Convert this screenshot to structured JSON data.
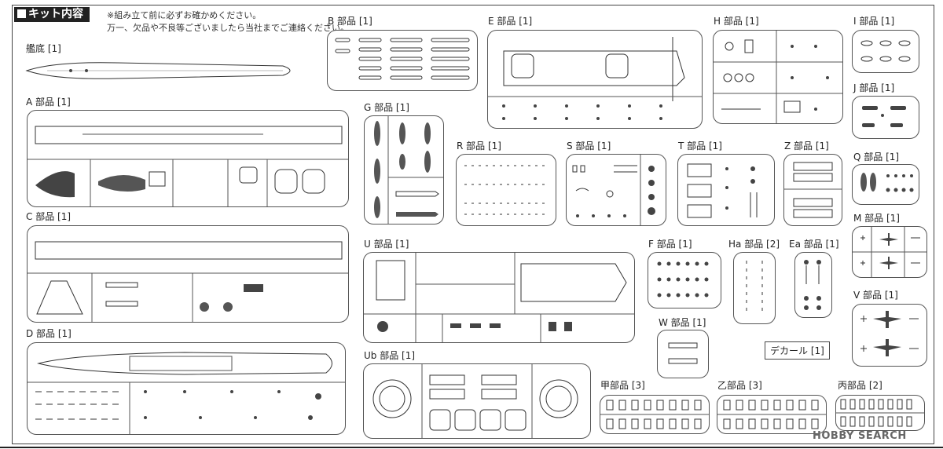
{
  "header": {
    "title": "キット内容"
  },
  "notes": {
    "line1": "※組み立て前に必ずお確かめください。",
    "line2": "万一、欠品や不良等ございましたら当社までご連絡ください。"
  },
  "parts": {
    "hull": "艦底 [1]",
    "a": "A 部品 [1]",
    "b": "B 部品 [1]",
    "c": "C 部品 [1]",
    "d": "D 部品 [1]",
    "e": "E 部品 [1]",
    "f": "F 部品 [1]",
    "g": "G 部品 [1]",
    "h": "H 部品 [1]",
    "i": "I 部品 [1]",
    "j": "J 部品 [1]",
    "m": "M 部品 [1]",
    "q": "Q 部品 [1]",
    "r": "R 部品 [1]",
    "s": "S 部品 [1]",
    "t": "T 部品 [1]",
    "u": "U 部品 [1]",
    "ub": "Ub 部品 [1]",
    "v": "V 部品 [1]",
    "w": "W 部品 [1]",
    "z": "Z 部品 [1]",
    "ha": "Ha 部品 [2]",
    "ea": "Ea 部品 [1]",
    "ko": "甲部品 [3]",
    "otsu": "乙部品 [3]",
    "hei": "丙部品 [2]"
  },
  "decal": "デカール [1]",
  "watermark": "HOBBY SEARCH"
}
